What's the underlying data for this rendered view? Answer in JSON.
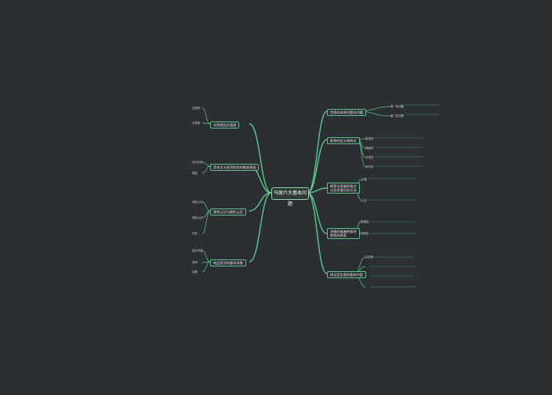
{
  "root": "马原六大基本问题",
  "right": [
    {
      "label": "世界的本原问题及问题"
    },
    {
      "label": "联系的定义和特点"
    },
    {
      "label": "联系与发展的观点以及矛盾分析方法"
    },
    {
      "label": "矛盾的普遍性和特殊性的关系"
    },
    {
      "label": "辩证否定观的基本内容"
    }
  ],
  "left": [
    {
      "label": "实践观及价值观"
    },
    {
      "label": "资本主义经济危机的根本原因"
    },
    {
      "label": "感性认识与理性认识"
    },
    {
      "label": "商品经济的基本矛盾"
    }
  ],
  "sub_right": [
    [
      "第一性问题",
      "第二性问题"
    ],
    [
      "客观性",
      "普遍性",
      "多样性",
      "条件性"
    ],
    [
      "矛盾",
      "主次"
    ],
    [
      "普遍性",
      "特殊性"
    ],
    [
      "否定观"
    ]
  ],
  "sub_left": [
    [
      "实践观",
      "价值观"
    ],
    [
      "经济危机",
      "原因"
    ],
    [
      "感性认识",
      "理性认识",
      "关系"
    ],
    [
      "基本矛盾",
      "表现",
      "结果"
    ]
  ]
}
